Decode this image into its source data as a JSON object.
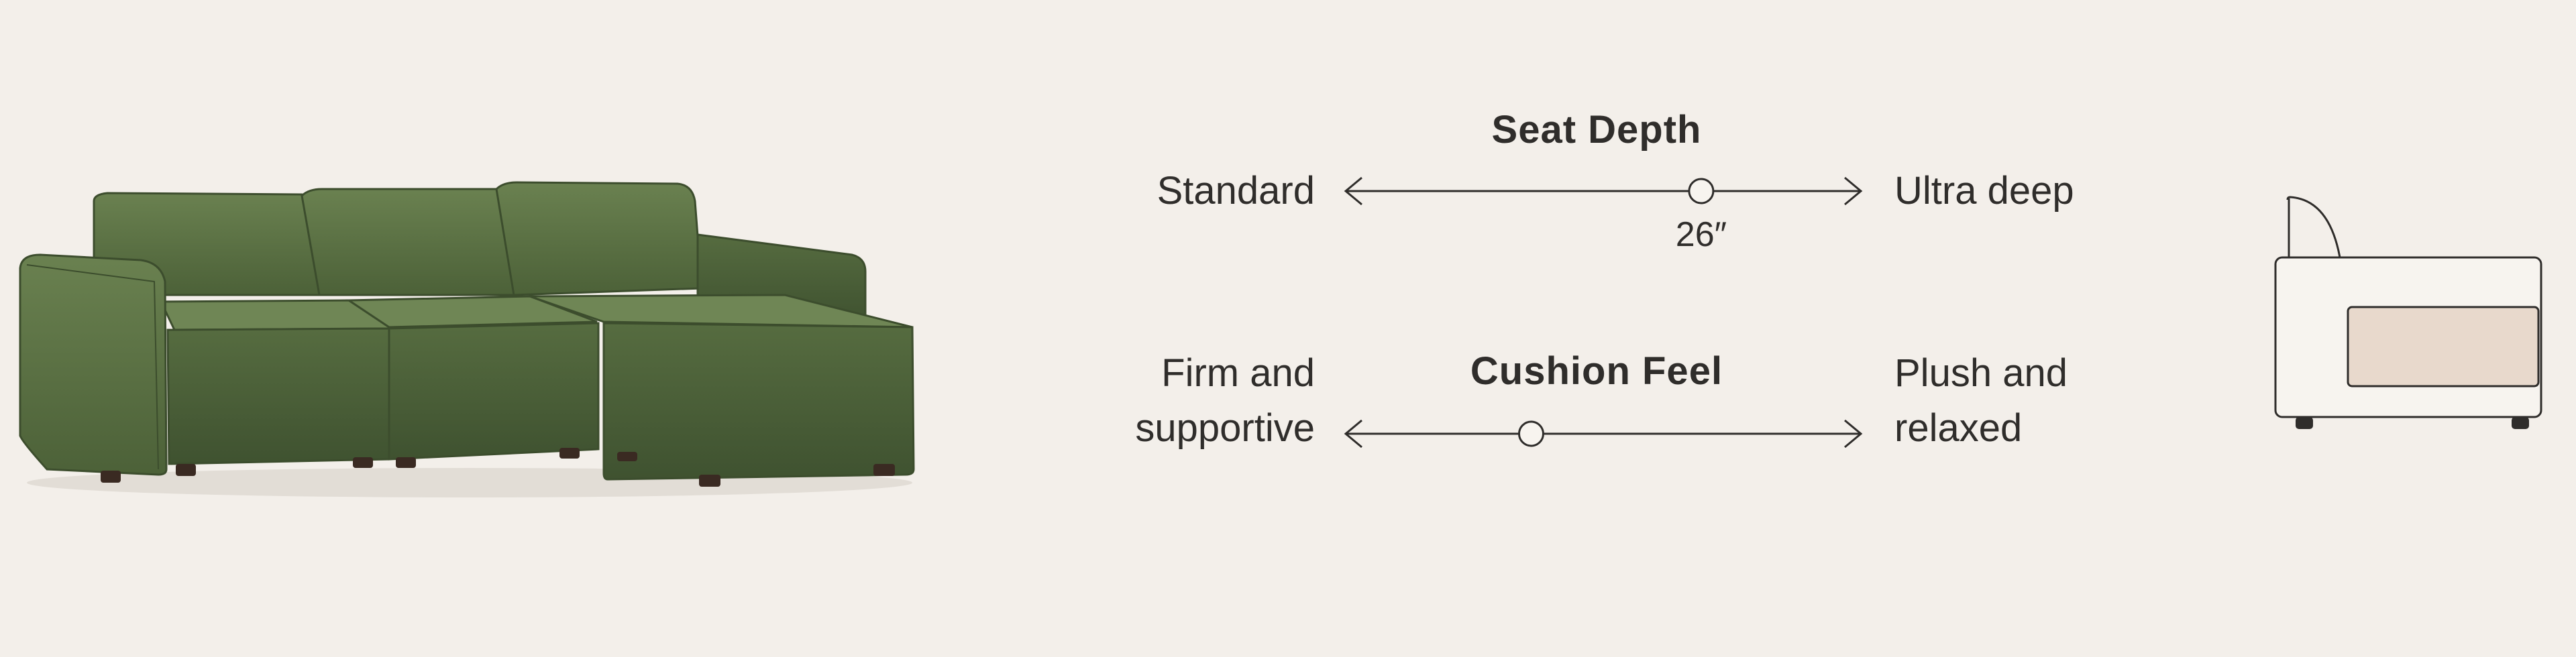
{
  "product": {
    "image_icon": "sofa-image",
    "fabric_color": "#586e42",
    "diagram_icon": "chair-depth-diagram",
    "diagram_cushion_color": "#e8d9cc"
  },
  "sliders": [
    {
      "title": "Seat Depth",
      "left_label_lines": [
        "Standard"
      ],
      "right_label_lines": [
        "Ultra deep"
      ],
      "position": 0.69,
      "value_label": "26″"
    },
    {
      "title": "Cushion Feel",
      "left_label_lines": [
        "Firm and",
        "supportive"
      ],
      "right_label_lines": [
        "Plush and",
        "relaxed"
      ],
      "position": 0.36
    }
  ]
}
